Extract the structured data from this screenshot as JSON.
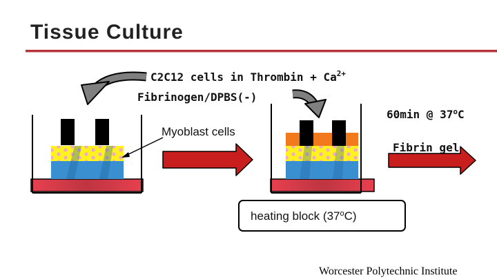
{
  "slide": {
    "title": "Tissue Culture",
    "footer": "Worcester Polytechnic Institute",
    "accent_color": "#b5343c"
  },
  "labels": {
    "cells_line1": "C2C12 cells in Thrombin + Ca",
    "cells_line1_sup": "2+",
    "cells_line2": "Fibrinogen/DPBS(-)",
    "myoblast": "Myoblast cells",
    "incubation_time": "60min @ 37",
    "incubation_sup": "o",
    "incubation_unit": "C",
    "fibrin_gel": "Fibrin gel",
    "heating_block_prefix": "heating block (37",
    "heating_block_sup": "o",
    "heating_block_suffix": "C)"
  },
  "colors": {
    "well_base": "#e8404f",
    "layer_yellow": "#fff21e",
    "layer_blue": "#3a8fd0",
    "layer_orange": "#f27a1c",
    "process_arrow": "#c81e1e",
    "curved_arrow": "#7f7f7f"
  },
  "icons": {
    "pour_arrow": "curved-arrow-icon",
    "process_arrow": "right-arrow-icon"
  }
}
